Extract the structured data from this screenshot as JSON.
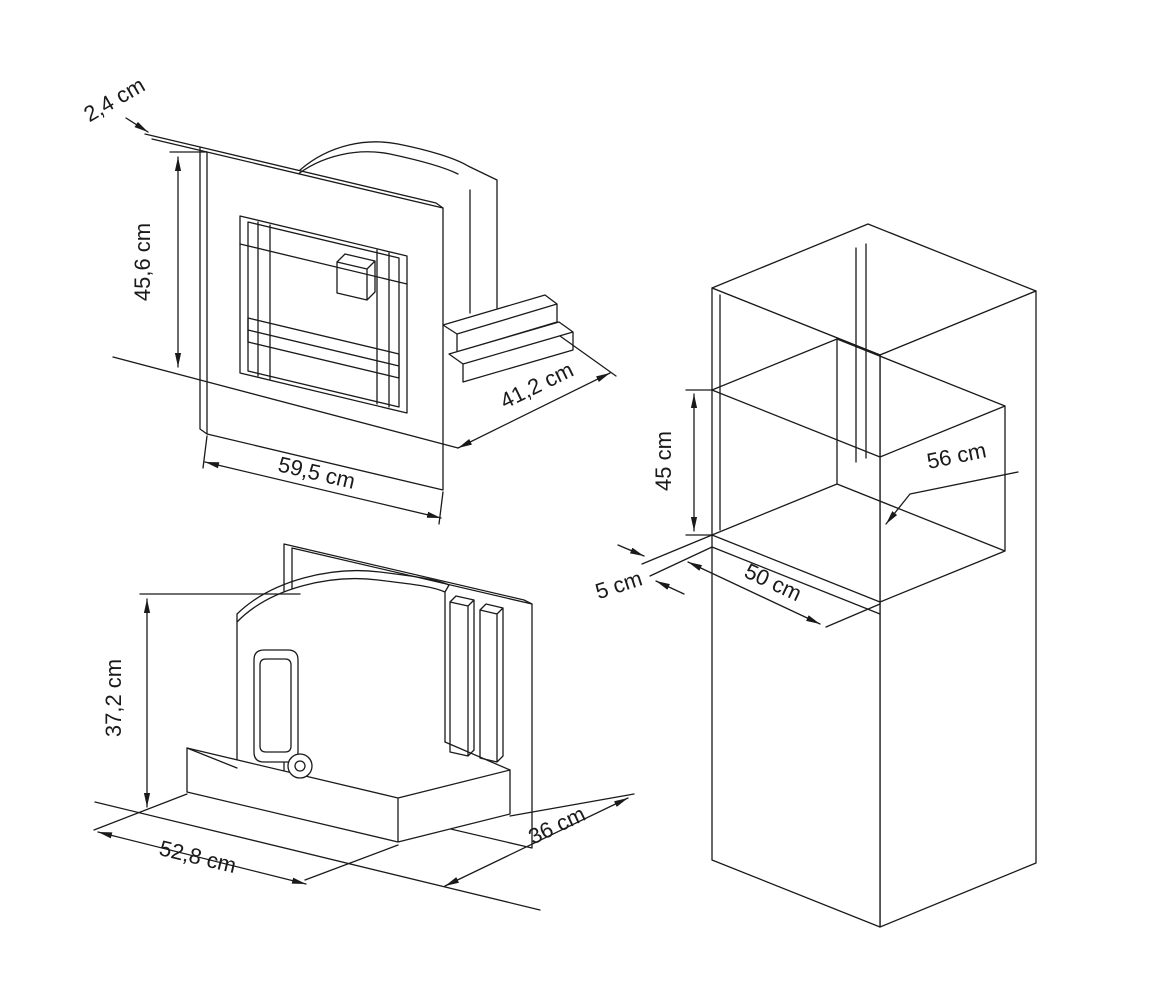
{
  "page": {
    "background_color": "#ffffff",
    "line_color": "#1a1a1a",
    "kind": "appliance installation dimension diagram"
  },
  "labels": {
    "front_view": {
      "panel_thickness": "2,4 cm",
      "height": "45,6 cm",
      "width": "59,5 cm",
      "depth": "41,2 cm"
    },
    "rear_view": {
      "height": "37,2 cm",
      "width": "52,8 cm",
      "depth": "36 cm"
    },
    "cabinet": {
      "niche_height": "45 cm",
      "niche_width": "56 cm",
      "niche_depth": "50 cm",
      "rear_gap": "5 cm"
    }
  }
}
